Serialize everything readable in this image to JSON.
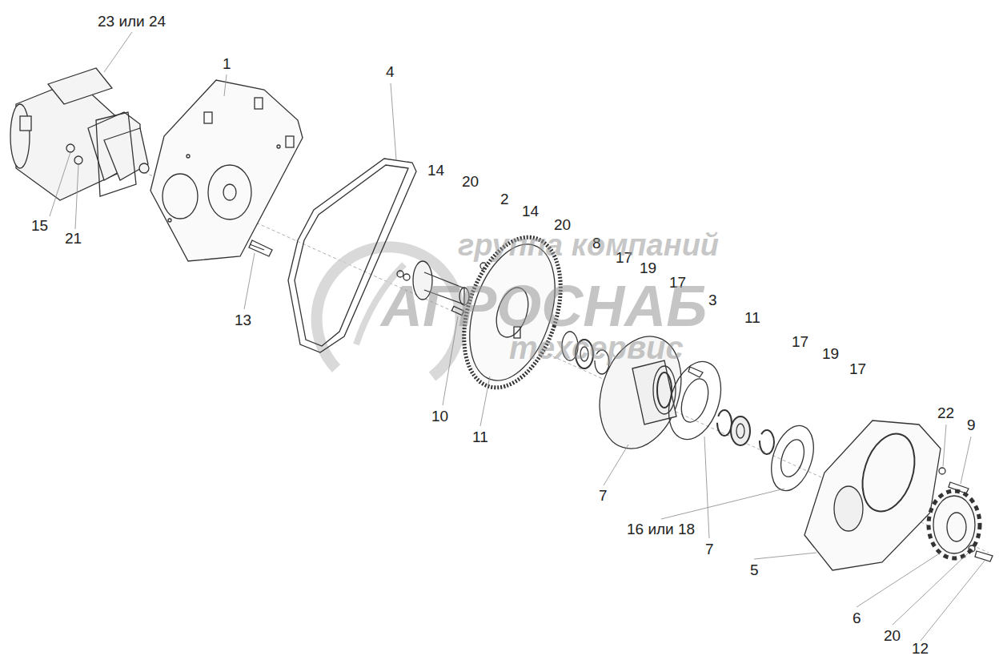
{
  "diagram": {
    "labels": [
      "23 или 24",
      "1",
      "4",
      "14",
      "20",
      "2",
      "14",
      "20",
      "8",
      "17",
      "19",
      "17",
      "3",
      "11",
      "17",
      "19",
      "17",
      "22",
      "9",
      "15",
      "21",
      "13",
      "10",
      "11",
      "7",
      "16 или 18",
      "7",
      "5",
      "6",
      "20",
      "12",
      "группа компаний",
      "АГРОСНАБ",
      "техсервис"
    ]
  }
}
